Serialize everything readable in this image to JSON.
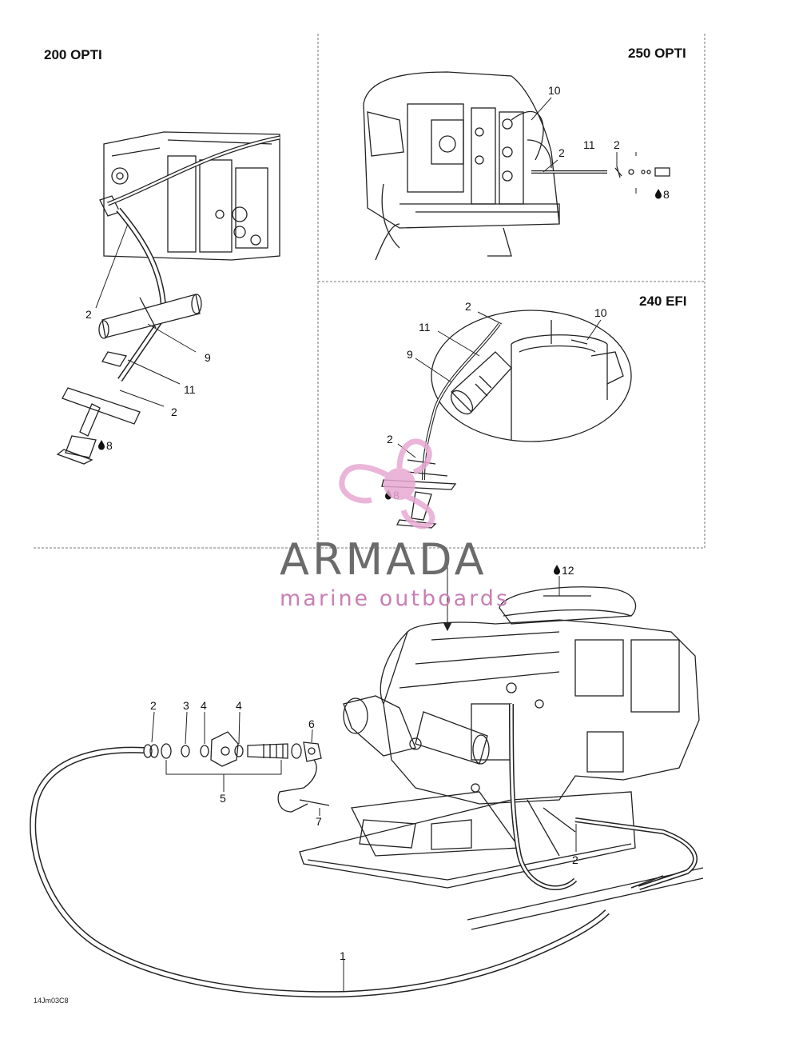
{
  "panels": {
    "p200": "200 OPTI",
    "p250": "250 OPTI",
    "p240": "240 EFI"
  },
  "callouts": {
    "p200": [
      "2",
      "9",
      "11",
      "2",
      "8"
    ],
    "p250": [
      "10",
      "2",
      "11",
      "2",
      "8"
    ],
    "p240": [
      "2",
      "10",
      "11",
      "9",
      "2",
      "8"
    ],
    "main": [
      "12",
      "2",
      "3",
      "4",
      "4",
      "6",
      "5",
      "7",
      "2",
      "1"
    ]
  },
  "reference_code": "14Jm03C8",
  "watermark": {
    "name": "ARMADA",
    "subtitle": "marine outboards",
    "colors": {
      "pink": "#e7a9d2",
      "gray": "#6b6b6b"
    }
  },
  "icons": {
    "lubricant": "oil-drop-icon"
  }
}
